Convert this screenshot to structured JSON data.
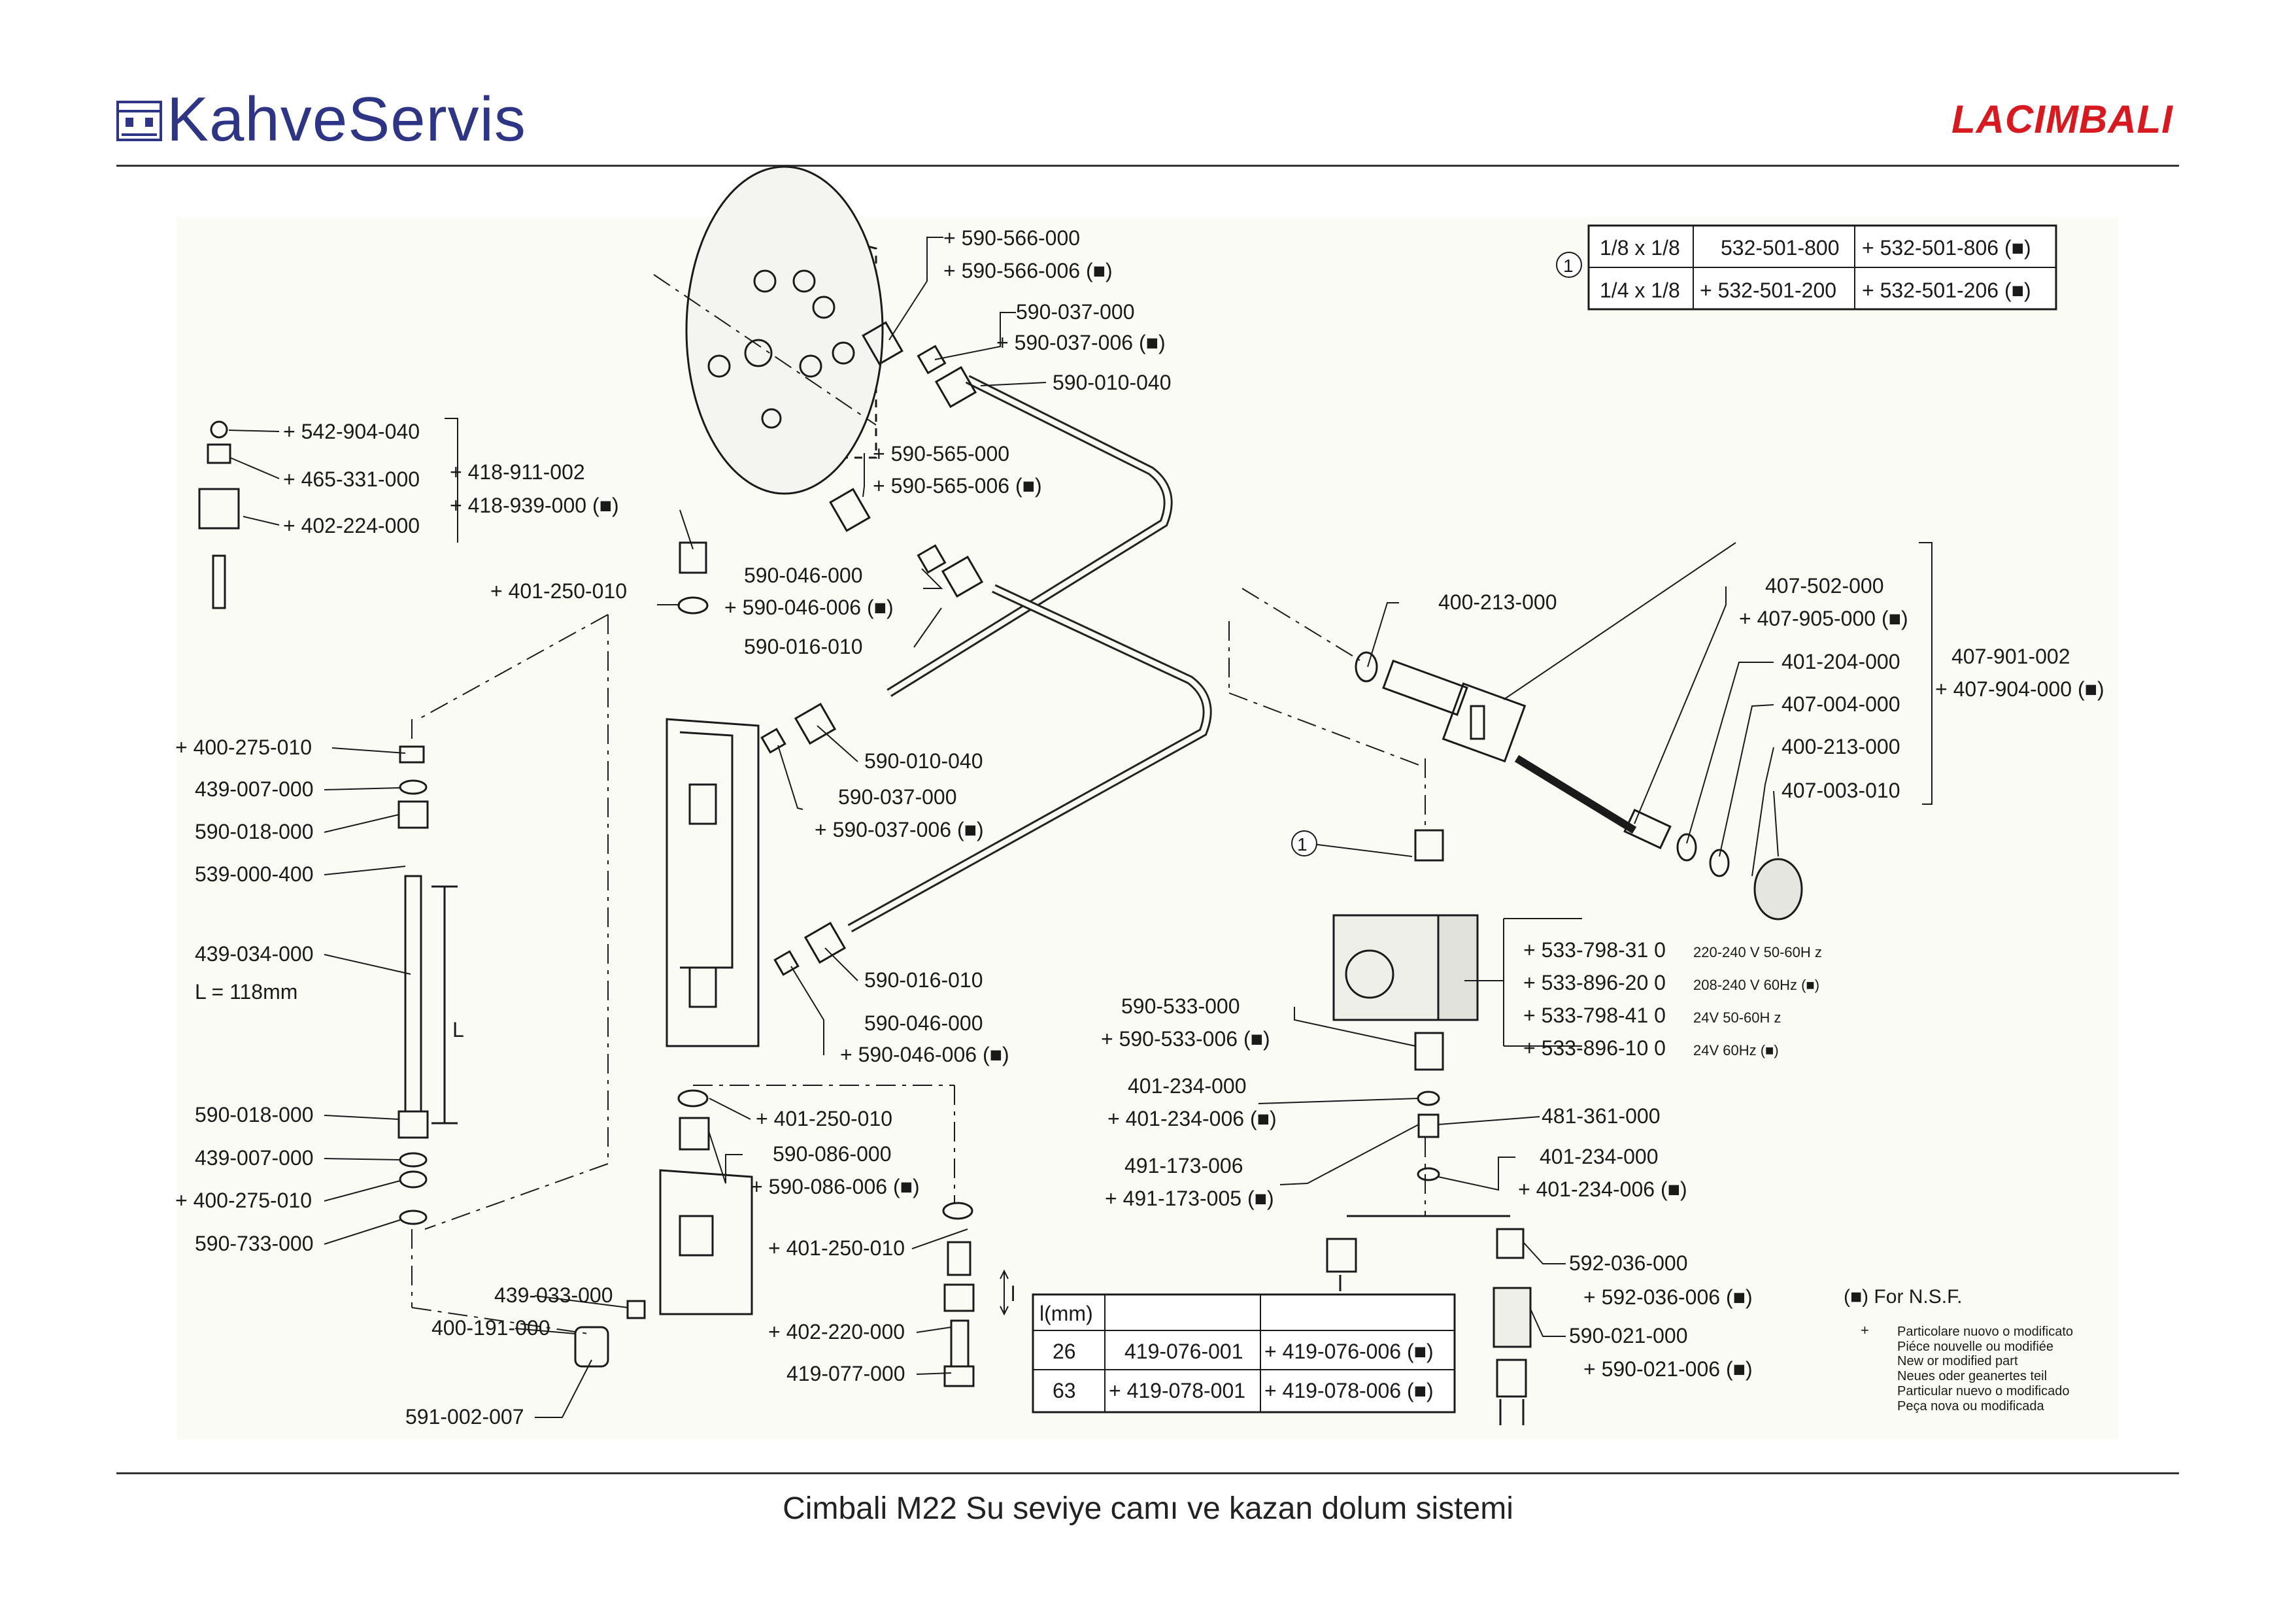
{
  "header": {
    "brand": "KahveServis",
    "maker_logo": "LACIMBALI",
    "brand_icon": "coffee-machine-icon"
  },
  "caption": "Cimbali M22 Su seviye camı ve kazan dolum sistemi",
  "colors": {
    "brand": "#2e3585",
    "maker": "#d71920",
    "ink": "#1a1a1a"
  },
  "labels": [
    {
      "text": "+ 590-566-000"
    },
    {
      "text": "+ 590-566-006 (■)"
    },
    {
      "text": "590-037-000"
    },
    {
      "text": "+ 590-037-006 (■)"
    },
    {
      "text": "590-010-040"
    },
    {
      "text": "+ 542-904-040"
    },
    {
      "text": "+ 465-331-000"
    },
    {
      "text": "+ 402-224-000"
    },
    {
      "text": "+ 418-911-002"
    },
    {
      "text": "+ 418-939-000 (■)"
    },
    {
      "text": "+ 401-250-010"
    },
    {
      "text": "+ 590-565-000"
    },
    {
      "text": "+ 590-565-006 (■)"
    },
    {
      "text": "590-046-000"
    },
    {
      "text": "+ 590-046-006 (■)"
    },
    {
      "text": "590-016-010"
    },
    {
      "text": "+ 400-275-010"
    },
    {
      "text": "439-007-000"
    },
    {
      "text": "590-018-000"
    },
    {
      "text": "539-000-400"
    },
    {
      "text": "590-010-040"
    },
    {
      "text": "590-037-000"
    },
    {
      "text": "+ 590-037-006 (■)"
    },
    {
      "text": "439-034-000"
    },
    {
      "text": "L = 118mm"
    },
    {
      "text": "L"
    },
    {
      "text": "590-016-010"
    },
    {
      "text": "590-046-000"
    },
    {
      "text": "+ 590-046-006 (■)"
    },
    {
      "text": "590-018-000"
    },
    {
      "text": "439-007-000"
    },
    {
      "text": "+ 400-275-010"
    },
    {
      "text": "590-733-000"
    },
    {
      "text": "+ 401-250-010"
    },
    {
      "text": "590-086-000"
    },
    {
      "text": "+ 590-086-006 (■)"
    },
    {
      "text": "+ 401-250-010"
    },
    {
      "text": "439-033-000"
    },
    {
      "text": "400-191-000"
    },
    {
      "text": "+ 402-220-000"
    },
    {
      "text": "419-077-000"
    },
    {
      "text": "591-002-007"
    },
    {
      "text": "400-213-000"
    },
    {
      "text": "407-502-000"
    },
    {
      "text": "+ 407-905-000 (■)"
    },
    {
      "text": "401-204-000"
    },
    {
      "text": "407-004-000"
    },
    {
      "text": "400-213-000"
    },
    {
      "text": "407-003-010"
    },
    {
      "text": "407-901-002"
    },
    {
      "text": "+ 407-904-000 (■)"
    },
    {
      "text": "1"
    },
    {
      "text": "590-533-000"
    },
    {
      "text": "+ 590-533-006 (■)"
    },
    {
      "text": "401-234-000"
    },
    {
      "text": "+ 401-234-006 (■)"
    },
    {
      "text": "481-361-000"
    },
    {
      "text": "491-173-006"
    },
    {
      "text": "+ 491-173-005 (■)"
    },
    {
      "text": "401-234-000"
    },
    {
      "text": "+ 401-234-006 (■)"
    },
    {
      "text": "592-036-000"
    },
    {
      "text": "+ 592-036-006 (■)"
    },
    {
      "text": "590-021-000"
    },
    {
      "text": "+ 590-021-006 (■)"
    },
    {
      "text": "l"
    }
  ],
  "solenoid": [
    {
      "code": "+ 533-798-31 0",
      "spec": "220-240 V 50-60H z"
    },
    {
      "code": "+ 533-896-20 0",
      "spec": "208-240 V 60Hz (■)"
    },
    {
      "code": "+ 533-798-41 0",
      "spec": "24V 50-60H z"
    },
    {
      "code": "+ 533-896-10 0",
      "spec": "24V 60Hz (■)"
    }
  ],
  "fitting_table": {
    "ref": "1",
    "rows": [
      [
        "1/8 x 1/8",
        "532-501-800",
        "+ 532-501-806 (■)"
      ],
      [
        "1/4 x 1/8",
        "+ 532-501-200",
        "+ 532-501-206 (■)"
      ]
    ]
  },
  "length_table": {
    "header": [
      "l(mm)",
      "",
      ""
    ],
    "rows": [
      [
        "26",
        "419-076-001",
        "+ 419-076-006 (■)"
      ],
      [
        "63",
        "+ 419-078-001",
        "+ 419-078-006 (■)"
      ]
    ]
  },
  "legend": {
    "nsf": "(■) For N.S.F.",
    "plus": "+",
    "notes": [
      "Particolare nuovo o modificato",
      "Piéce nouvelle ou modifiée",
      "New or modified part",
      "Neues oder geanertes teil",
      "Particular nuevo o modificado",
      "Peça nova ou modificada"
    ]
  }
}
